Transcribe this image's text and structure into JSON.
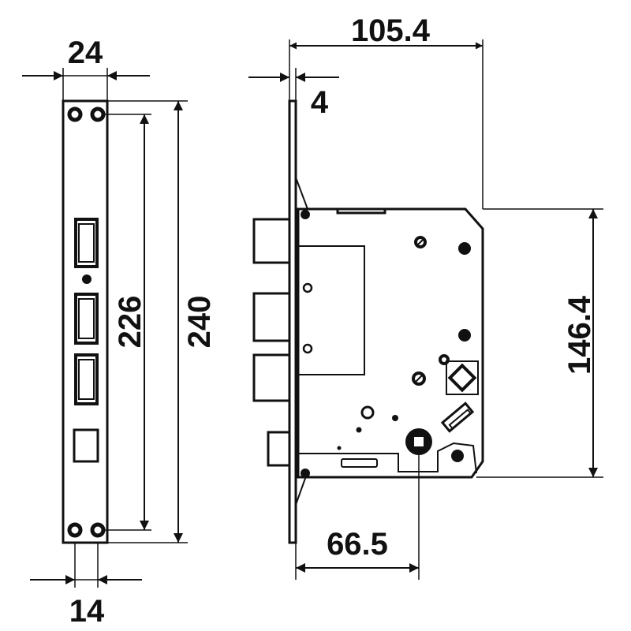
{
  "drawing": {
    "line_color": "#111111",
    "background": "#ffffff",
    "dimensions": {
      "faceplate_width": "24",
      "faceplate_hole_spacing": "14",
      "faceplate_screw_spacing": "226",
      "faceplate_height": "240",
      "overall_depth": "105.4",
      "faceplate_thickness": "4",
      "case_height": "146.4",
      "backset": "66.5"
    }
  }
}
